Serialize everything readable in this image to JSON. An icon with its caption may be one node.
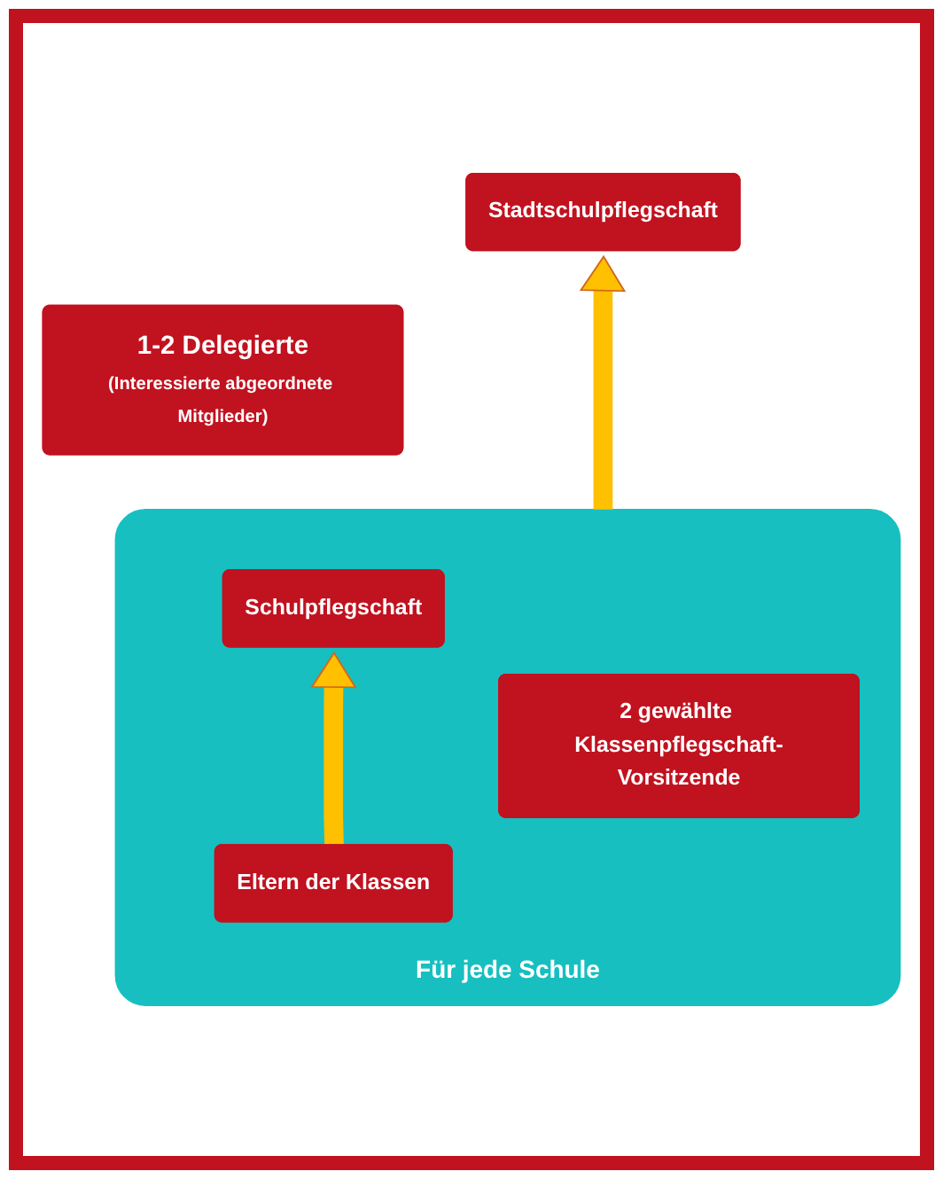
{
  "diagram": {
    "nodes": [
      {
        "text": [
          "Stadtschulpflegschaft"
        ]
      },
      {
        "text": [
          "1-2 Delegierte",
          "(Interessierte abgeordnete Mitglieder)"
        ]
      },
      {
        "text": [
          "Für jede Schule"
        ]
      },
      {
        "text": [
          "Schulpflegschaft"
        ],
        "in": 2
      },
      {
        "text": [
          "2 gewählte Klassenpflegschaft-Vorsitzende"
        ],
        "in": 2
      },
      {
        "text": [
          "Eltern der Klassen"
        ],
        "in": 2
      }
    ],
    "edges": [
      {
        "from": 2,
        "to": 0,
        "arrow": "to"
      },
      {
        "from": 5,
        "to": 3,
        "arrow": "to"
      }
    ]
  }
}
